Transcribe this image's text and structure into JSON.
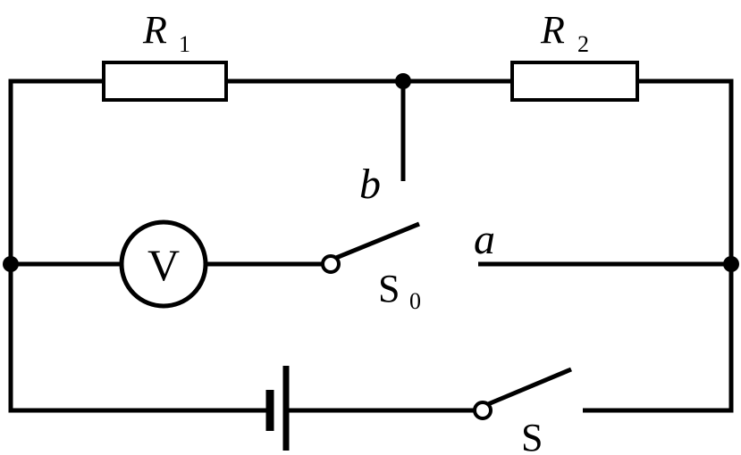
{
  "labels": {
    "r1": "R",
    "r1_sub": "1",
    "r2": "R",
    "r2_sub": "2",
    "b": "b",
    "a": "a",
    "voltmeter": "V",
    "s0": "S",
    "s0_sub": "0",
    "s": "S"
  }
}
